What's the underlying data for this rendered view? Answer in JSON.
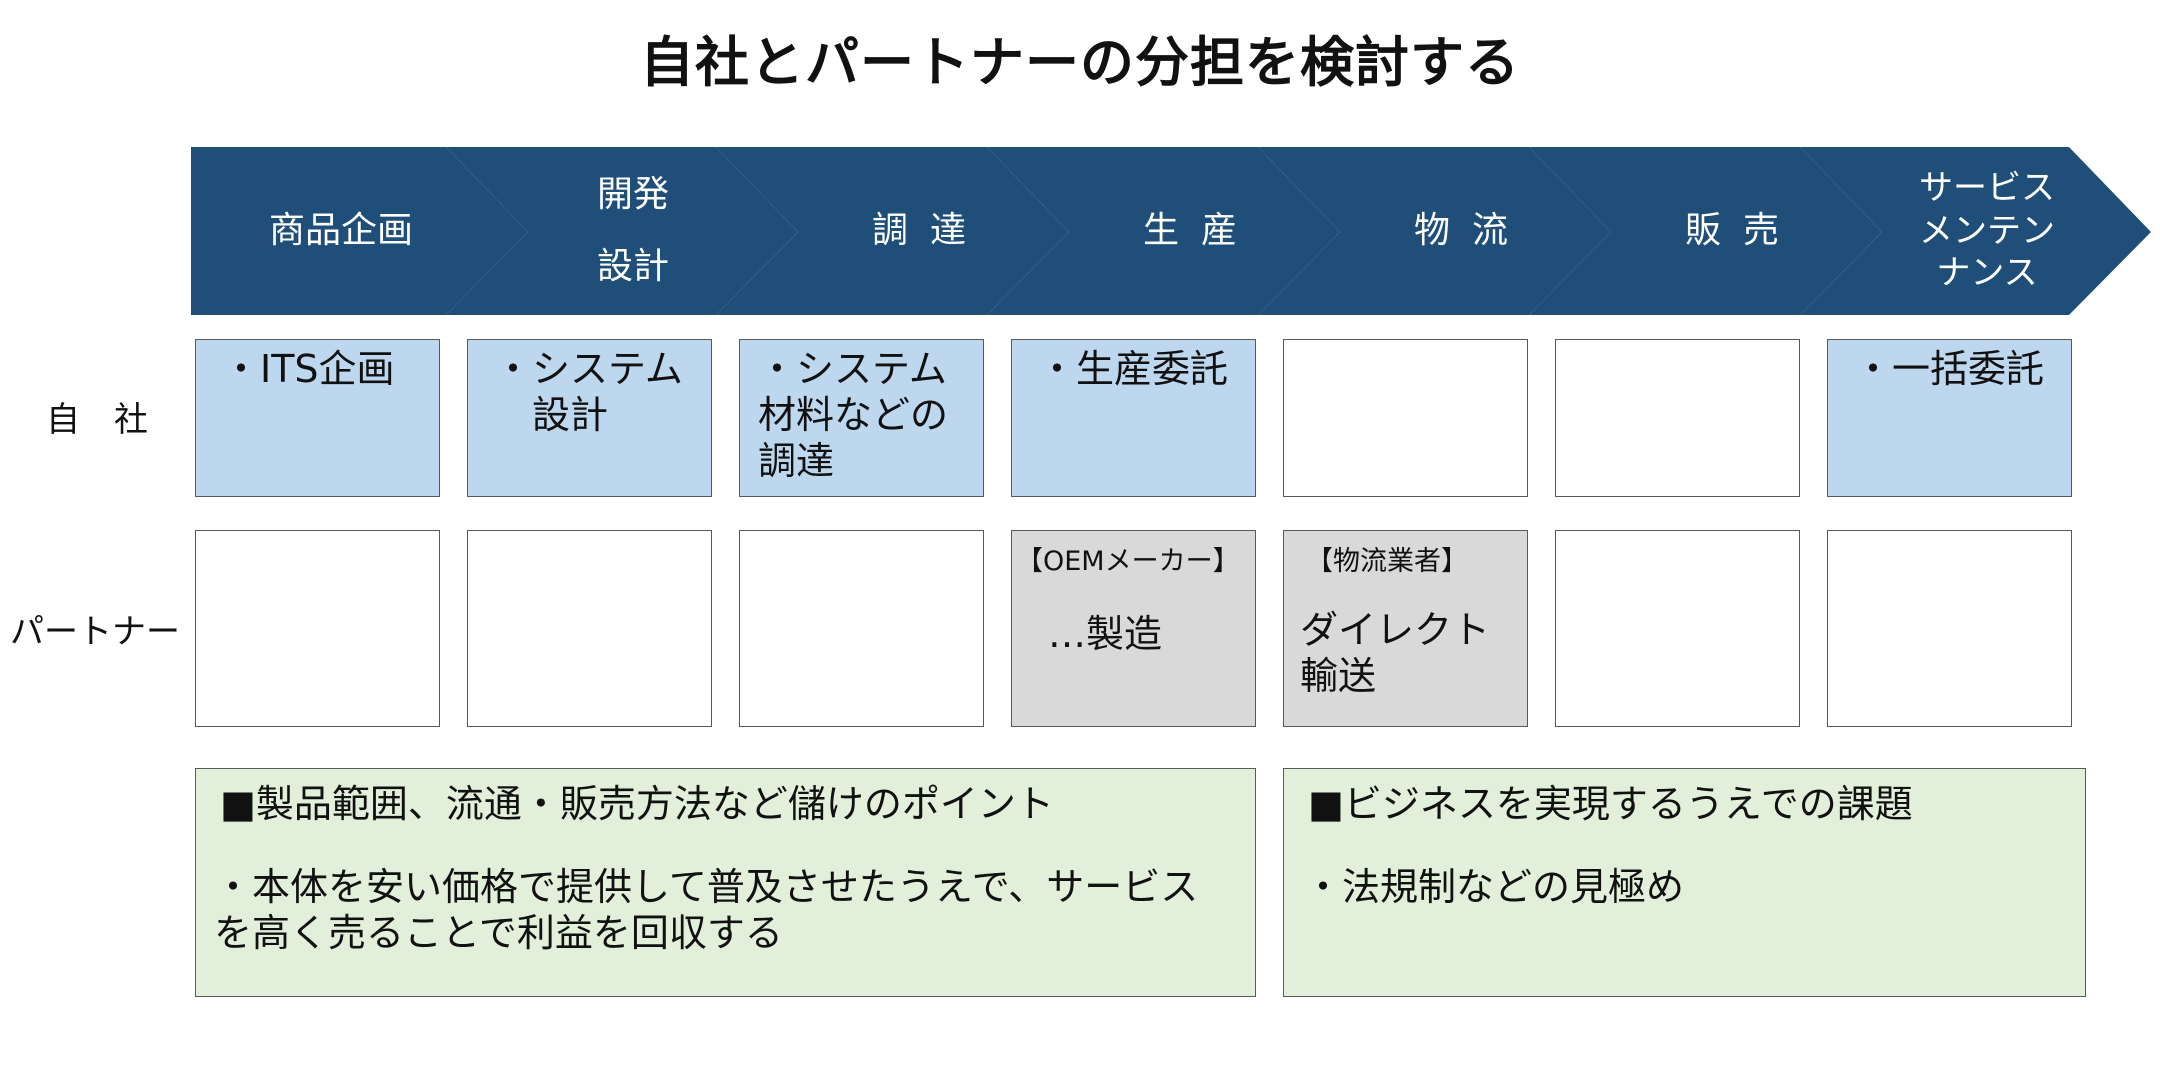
{
  "title": "自社とパートナーの分担を検討する",
  "colors": {
    "chevron_fill": "#1f4e79",
    "chevron_text": "#ffffff",
    "self_filled": "#bdd7ee",
    "partner_filled": "#d9d9d9",
    "note_fill": "#e2efda",
    "border": "#595959"
  },
  "stages": [
    {
      "label": "商品企画"
    },
    {
      "label": "開発\n設計"
    },
    {
      "label": "調達"
    },
    {
      "label": "生産"
    },
    {
      "label": "物流"
    },
    {
      "label": "販売"
    },
    {
      "label": "サービス\nメンテン\nナンス"
    }
  ],
  "rows": {
    "self_label": "自　社",
    "partner_label": "パートナー"
  },
  "self_cells": [
    {
      "text": "・ITS企画",
      "filled": true
    },
    {
      "text": "・システム\n　設計",
      "filled": true
    },
    {
      "text": "・システム\n材料などの\n調達",
      "filled": true
    },
    {
      "text": "・生産委託",
      "filled": true
    },
    {
      "text": "",
      "filled": false
    },
    {
      "text": "",
      "filled": false
    },
    {
      "text": "・一括委託",
      "filled": true
    }
  ],
  "partner_cells": [
    {
      "tag": "",
      "text": "",
      "filled": false
    },
    {
      "tag": "",
      "text": "",
      "filled": false
    },
    {
      "tag": "",
      "text": "",
      "filled": false
    },
    {
      "tag": "【OEMメーカー】",
      "text": "…製造",
      "filled": true
    },
    {
      "tag": "【物流業者】",
      "text": "ダイレクト\n輸送",
      "filled": true
    },
    {
      "tag": "",
      "text": "",
      "filled": false
    },
    {
      "tag": "",
      "text": "",
      "filled": false
    }
  ],
  "notes": [
    {
      "heading": "■製品範囲、流通・販売方法など儲けのポイント",
      "body": "・本体を安い価格で提供して普及させたうえで、サービス\nを高く売ることで利益を回収する"
    },
    {
      "heading": "■ビジネスを実現するうえでの課題",
      "body": "・法規制などの見極め"
    }
  ]
}
